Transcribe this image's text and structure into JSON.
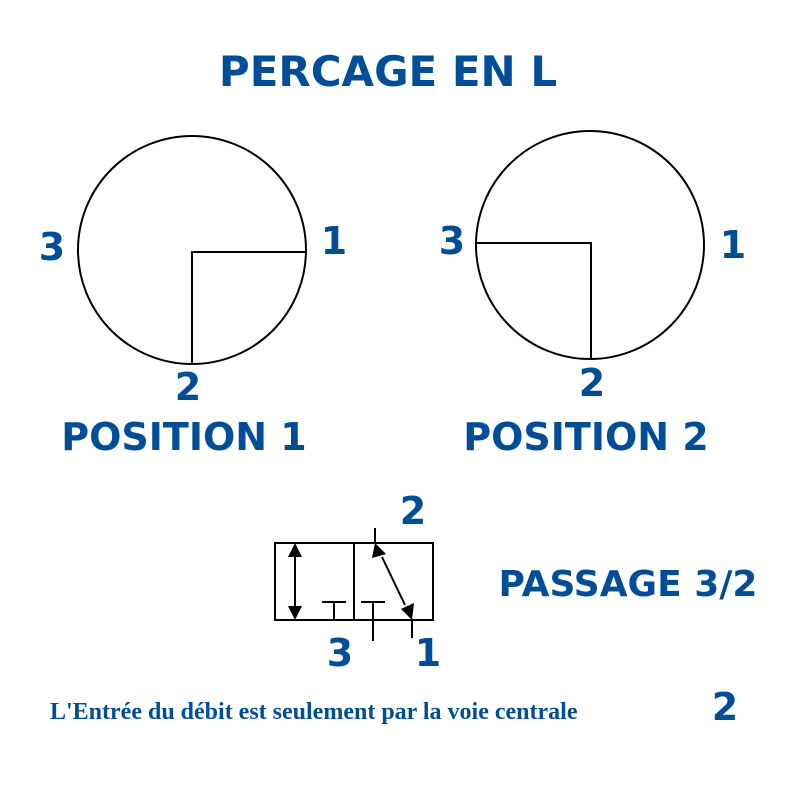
{
  "title": "PERCAGE EN L",
  "position1": {
    "label": "POSITION 1",
    "port_left": "3",
    "port_right": "1",
    "port_bottom": "2"
  },
  "position2": {
    "label": "POSITION 2",
    "port_left": "3",
    "port_right": "1",
    "port_bottom": "2"
  },
  "valve_symbol": {
    "label": "PASSAGE 3/2",
    "port_top": "2",
    "port_bottom_left": "3",
    "port_bottom_right": "1"
  },
  "note": {
    "text": "L'Entrée du débit est seulement par la voie centrale",
    "port": "2"
  },
  "colors": {
    "text": "#004E98",
    "lines": "#000000"
  }
}
